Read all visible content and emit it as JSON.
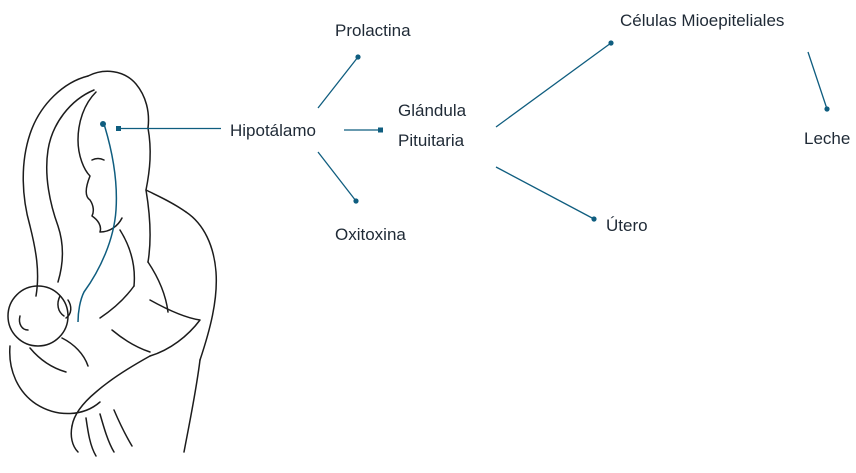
{
  "nodes": {
    "prolactina": "Prolactina",
    "hipotalamo": "Hipotálamo",
    "glandula_line1": "Glándula",
    "glandula_line2": "Pituitaria",
    "oxitoxina": "Oxitoxina",
    "celulas": "Células Mioepiteliales",
    "leche": "Leche",
    "utero": "Útero"
  },
  "colors": {
    "connector": "#0f5d7f",
    "text": "#1f2a36",
    "illustration_ink": "#1c1c1c"
  },
  "illustration": "mother-breastfeeding-infant"
}
